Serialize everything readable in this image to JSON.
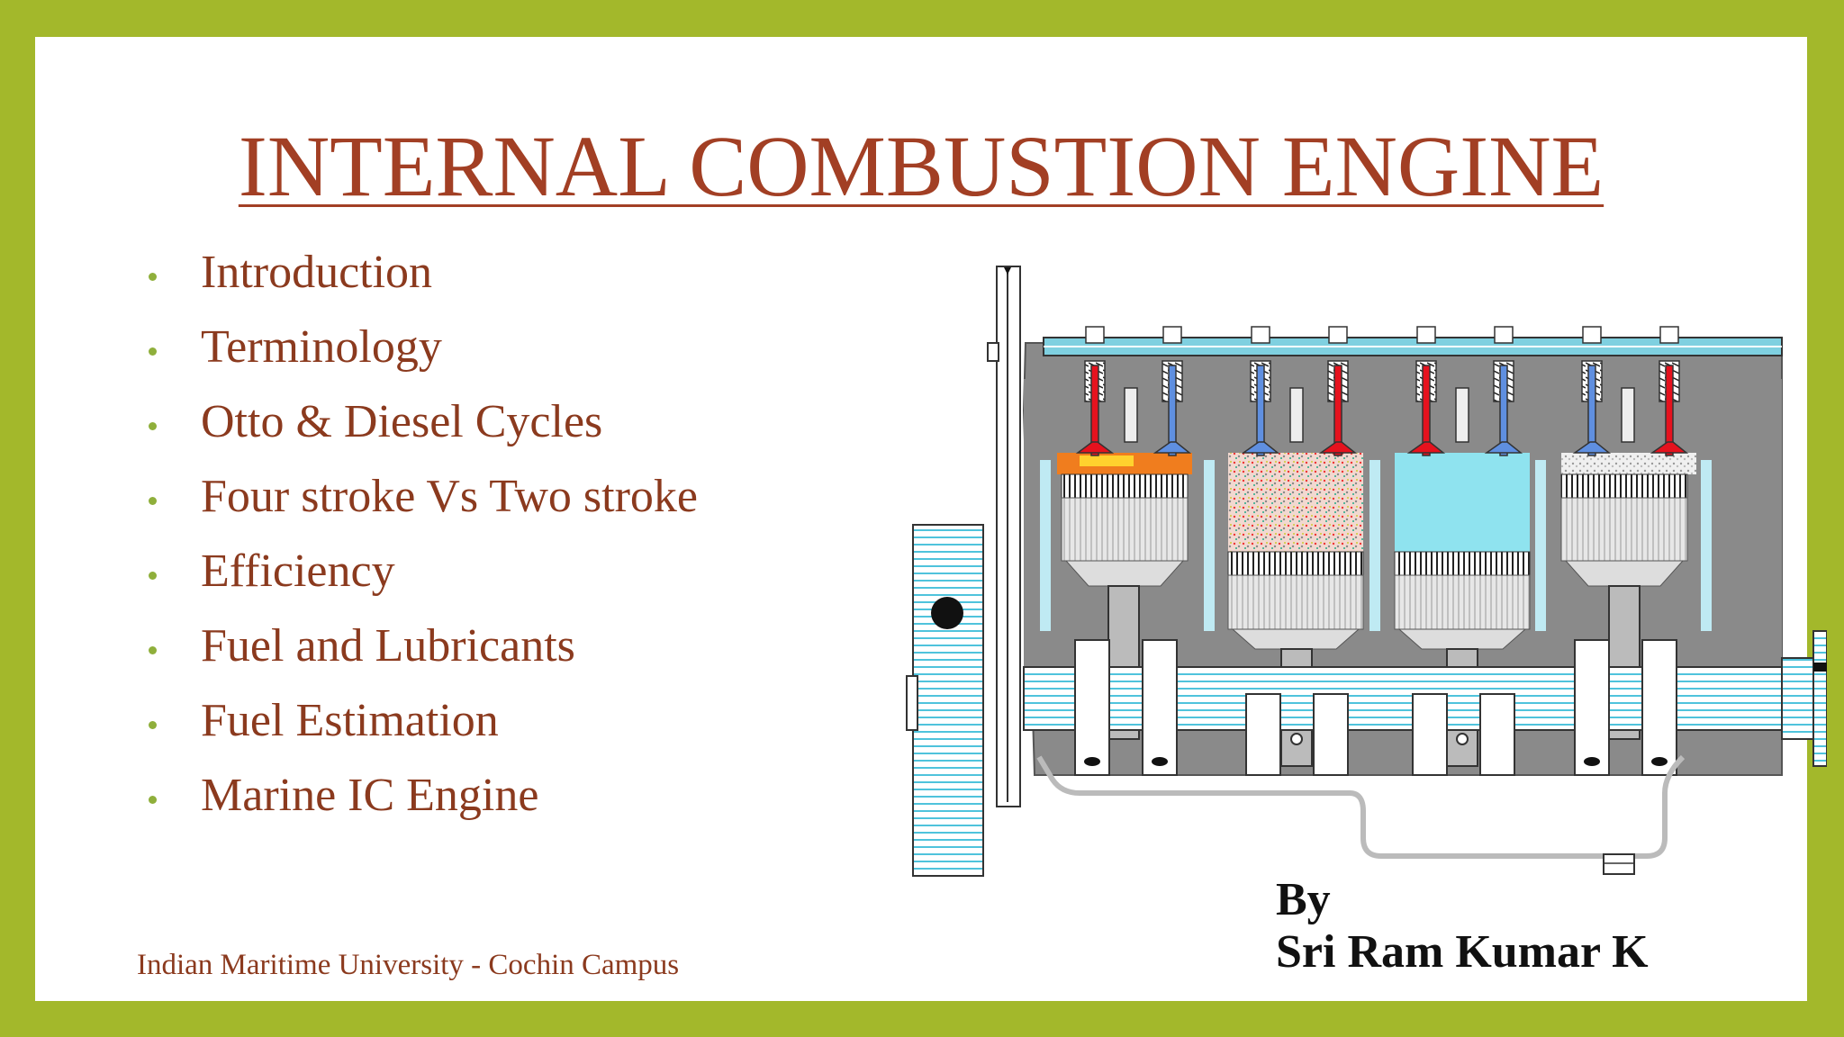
{
  "slide": {
    "title": "INTERNAL COMBUSTION  ENGINE",
    "bullets": [
      "Introduction",
      "Terminology",
      "Otto & Diesel Cycles",
      "Four stroke Vs Two stroke",
      "Efficiency",
      "Fuel and Lubricants",
      "Fuel Estimation",
      "Marine IC Engine"
    ],
    "institution": "Indian Maritime University - Cochin Campus",
    "author_prefix": "By",
    "author_name": "Sri Ram Kumar K"
  },
  "colors": {
    "frame": "#a3b82b",
    "title": "#a23f24",
    "bullet_text": "#8b3a1e",
    "bullet_marker": "#8faf3b",
    "author": "#111111"
  },
  "icons": {
    "illustration": "engine-diagram"
  }
}
